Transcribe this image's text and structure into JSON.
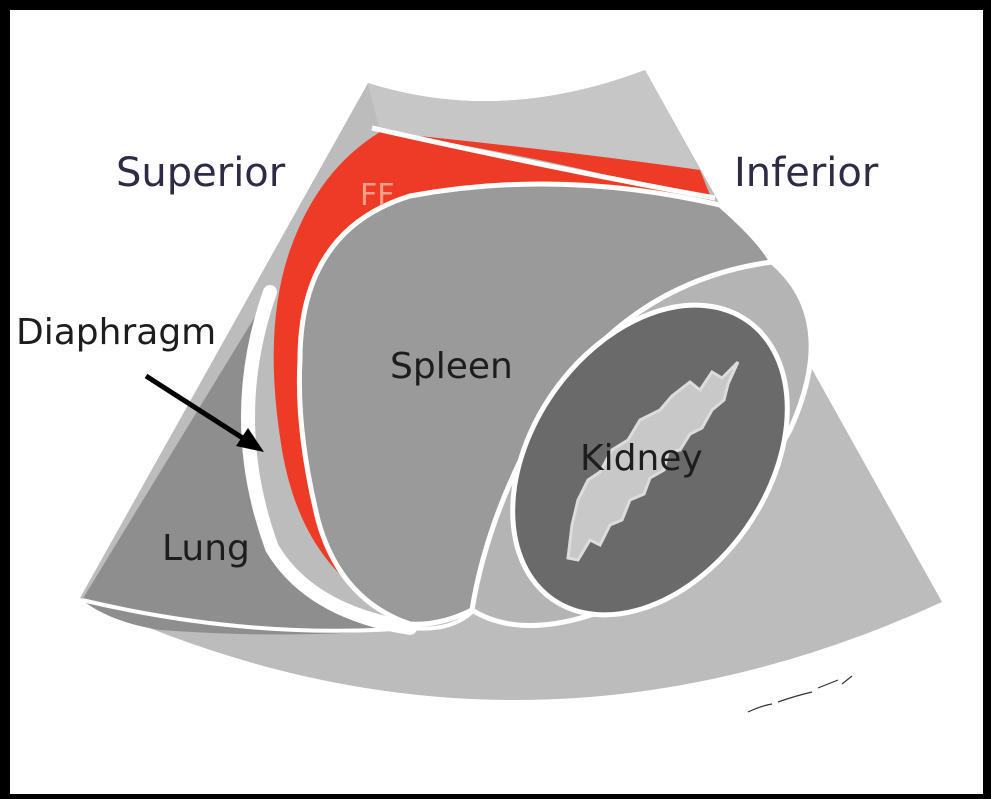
{
  "labels": {
    "superior": "Superior",
    "inferior": "Inferior",
    "ff": "FF",
    "diaphragm": "Diaphragm",
    "spleen": "Spleen",
    "kidney": "Kidney",
    "lung": "Lung"
  },
  "colors": {
    "fan_light": "#bcbcbc",
    "fan_dark": "#a8a8a8",
    "spleen": "#9a9a9a",
    "lung": "#8e8e8e",
    "free_fluid": "#ee3b26",
    "kidney_cortex": "#6a6a6a",
    "kidney_sinus": "#c8c8c8",
    "outline": "#ffffff"
  }
}
